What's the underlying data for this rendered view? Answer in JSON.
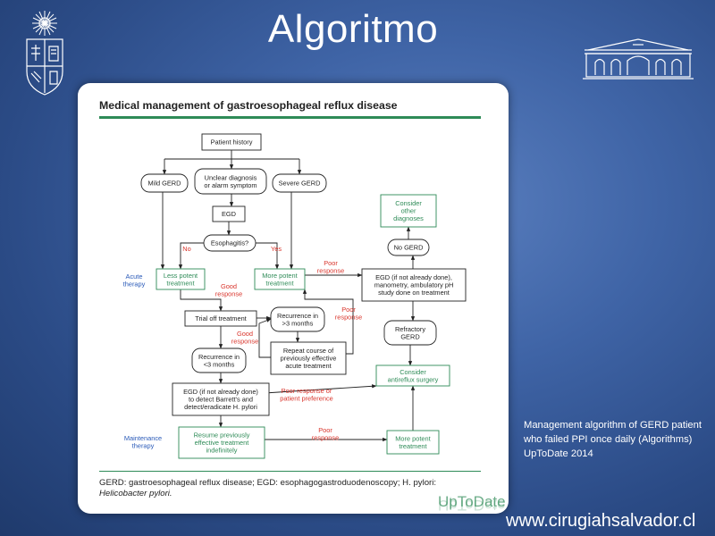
{
  "slide": {
    "title": "Algoritmo",
    "caption": "Management algorithm of GERD patient who failed PPI once daily (Algorithms) UpToDate 2014",
    "website": "www.cirugiahsalvador.cl"
  },
  "figure": {
    "title": "Medical management of gastroesophageal reflux disease",
    "footnote_line1": "GERD: gastroesophageal reflux disease; EGD: esophagogastroduodenoscopy; H. pylori:",
    "footnote_line2": "Helicobacter pylori.",
    "brand": "UpToDate",
    "side_labels": {
      "acute": [
        "Acute",
        "therapy"
      ],
      "maintenance": [
        "Maintenance",
        "therapy"
      ]
    },
    "nodes": {
      "patient_history": [
        "Patient history"
      ],
      "mild_gerd": [
        "Mild GERD"
      ],
      "unclear": [
        "Unclear diagnosis",
        "or alarm symptom"
      ],
      "severe_gerd": [
        "Severe GERD"
      ],
      "egd": [
        "EGD"
      ],
      "esophagitis": [
        "Esophagitis?"
      ],
      "less_potent": [
        "Less potent",
        "treatment"
      ],
      "more_potent": [
        "More potent",
        "treatment"
      ],
      "trial_off": [
        "Trial off treatment"
      ],
      "recurrence_gt3": [
        "Recurrence in",
        ">3 months"
      ],
      "repeat_course": [
        "Repeat course of",
        "previously effective",
        "acute treatment"
      ],
      "recurrence_lt3": [
        "Recurrence in",
        "<3 months"
      ],
      "egd_barrett": [
        "EGD (if not already done)",
        "to detect Barrett's and",
        "detect/eradicate H. pylori"
      ],
      "resume": [
        "Resume previously",
        "effective treatment",
        "indefinitely"
      ],
      "consider_other": [
        "Consider",
        "other",
        "diagnoses"
      ],
      "no_gerd": [
        "No GERD"
      ],
      "egd_manometry": [
        "EGD (if not already done),",
        "manometry, ambulatory pH",
        "study done on treatment"
      ],
      "refractory": [
        "Refractory",
        "GERD"
      ],
      "consider_surgery": [
        "Consider",
        "antireflux surgery"
      ],
      "more_potent_2": [
        "More potent",
        "treatment"
      ]
    },
    "edge_labels": {
      "no": [
        "No"
      ],
      "yes": [
        "Yes"
      ],
      "poor_response_1": [
        "Poor",
        "response"
      ],
      "good_response_1": [
        "Good",
        "response"
      ],
      "poor_response_2": [
        "Poor",
        "response"
      ],
      "good_response_2": [
        "Good",
        "response"
      ],
      "poor_or_pref": [
        "Poor response or",
        "patient preference"
      ],
      "poor_response_3": [
        "Poor",
        "response"
      ]
    }
  },
  "colors": {
    "accent_green": "#2e8b57",
    "edge_label_red": "#d9342b",
    "side_label_blue": "#2a5ab8",
    "slide_blue": "#3f64a6"
  }
}
